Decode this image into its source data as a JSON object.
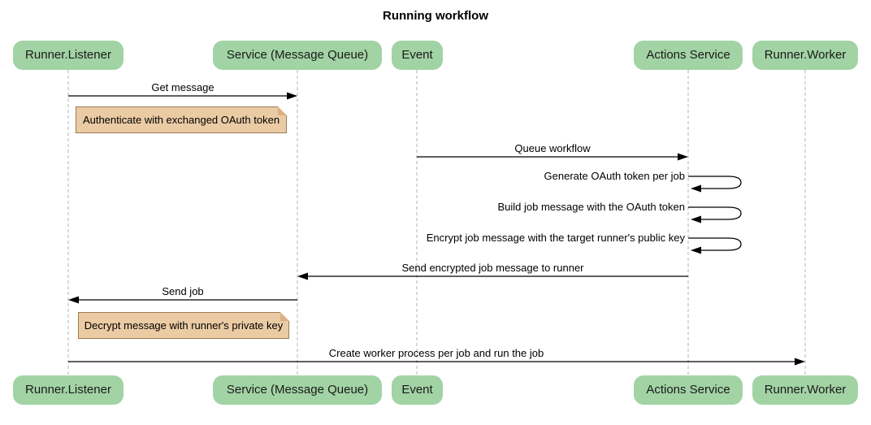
{
  "title": "Running workflow",
  "actors": [
    {
      "name": "Runner.Listener"
    },
    {
      "name": "Service (Message Queue)"
    },
    {
      "name": "Event"
    },
    {
      "name": "Actions Service"
    },
    {
      "name": "Runner.Worker"
    }
  ],
  "messages": [
    {
      "from": "Runner.Listener",
      "to": "Service (Message Queue)",
      "label": "Get message"
    },
    {
      "from": "Event",
      "to": "Actions Service",
      "label": "Queue workflow"
    },
    {
      "from": "Actions Service",
      "to": "Actions Service",
      "label": "Generate OAuth token per job"
    },
    {
      "from": "Actions Service",
      "to": "Actions Service",
      "label": "Build job message with the OAuth token"
    },
    {
      "from": "Actions Service",
      "to": "Actions Service",
      "label": "Encrypt job message with the target runner's public key"
    },
    {
      "from": "Actions Service",
      "to": "Service (Message Queue)",
      "label": "Send encrypted job message to runner"
    },
    {
      "from": "Service (Message Queue)",
      "to": "Runner.Listener",
      "label": "Send job"
    },
    {
      "from": "Runner.Listener",
      "to": "Runner.Worker",
      "label": "Create worker process per job and run the job"
    }
  ],
  "notes": [
    {
      "over": "Runner.Listener",
      "text": "Authenticate with exchanged OAuth token"
    },
    {
      "over": "Runner.Listener",
      "text": "Decrypt message with runner's private key"
    }
  ],
  "colors": {
    "actor_fill": "#A2D3A4",
    "note_fill": "#EBCBA4",
    "note_border": "#9C7C54",
    "note_fold": "#D9B183",
    "lifeline": "#B3B3B3",
    "arrow": "#000000"
  }
}
